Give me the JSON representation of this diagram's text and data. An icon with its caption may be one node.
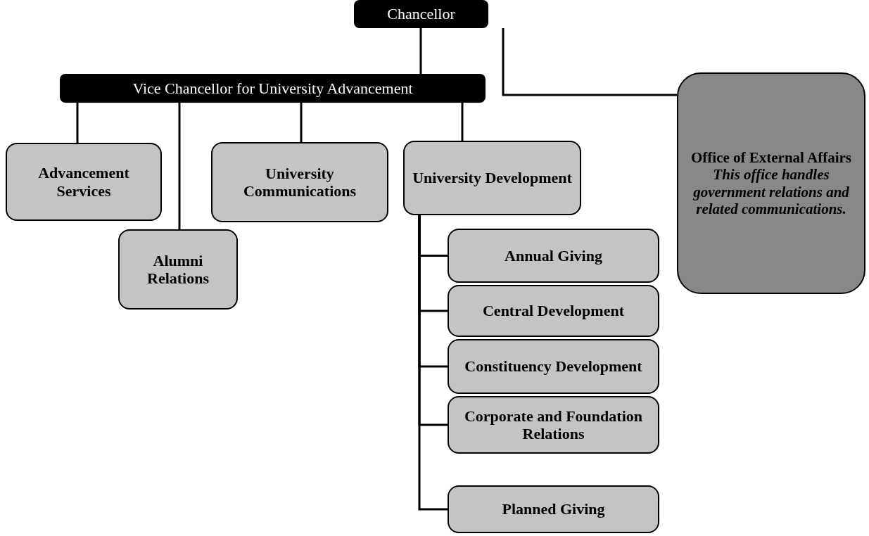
{
  "diagram": {
    "nodes": [
      {
        "text": [
          "Chancellor"
        ]
      },
      {
        "text": [
          "Vice Chancellor for University Advancement"
        ]
      },
      {
        "text": [
          "Advancement Services"
        ]
      },
      {
        "text": [
          "Alumni Relations"
        ]
      },
      {
        "text": [
          "University Communications"
        ]
      },
      {
        "text": [
          "University Development"
        ]
      },
      {
        "text": [
          "Annual Giving"
        ]
      },
      {
        "text": [
          "Central Development"
        ]
      },
      {
        "text": [
          "Constituency Development"
        ]
      },
      {
        "text": [
          "Corporate and Foundation Relations"
        ]
      },
      {
        "text": [
          "Planned Giving"
        ]
      },
      {
        "text": [
          "Office of External Affairs",
          "This office handles government relations and related communications."
        ]
      }
    ],
    "edges": [
      {
        "from": 0,
        "to": 1,
        "arrow": "none"
      },
      {
        "from": 0,
        "to": 11,
        "arrow": "none"
      },
      {
        "from": 1,
        "to": 2,
        "arrow": "none"
      },
      {
        "from": 1,
        "to": 3,
        "arrow": "none"
      },
      {
        "from": 1,
        "to": 4,
        "arrow": "none"
      },
      {
        "from": 1,
        "to": 5,
        "arrow": "none"
      },
      {
        "from": 5,
        "to": 6,
        "arrow": "none"
      },
      {
        "from": 5,
        "to": 7,
        "arrow": "none"
      },
      {
        "from": 5,
        "to": 8,
        "arrow": "none"
      },
      {
        "from": 5,
        "to": 9,
        "arrow": "none"
      },
      {
        "from": 5,
        "to": 10,
        "arrow": "none"
      }
    ]
  }
}
